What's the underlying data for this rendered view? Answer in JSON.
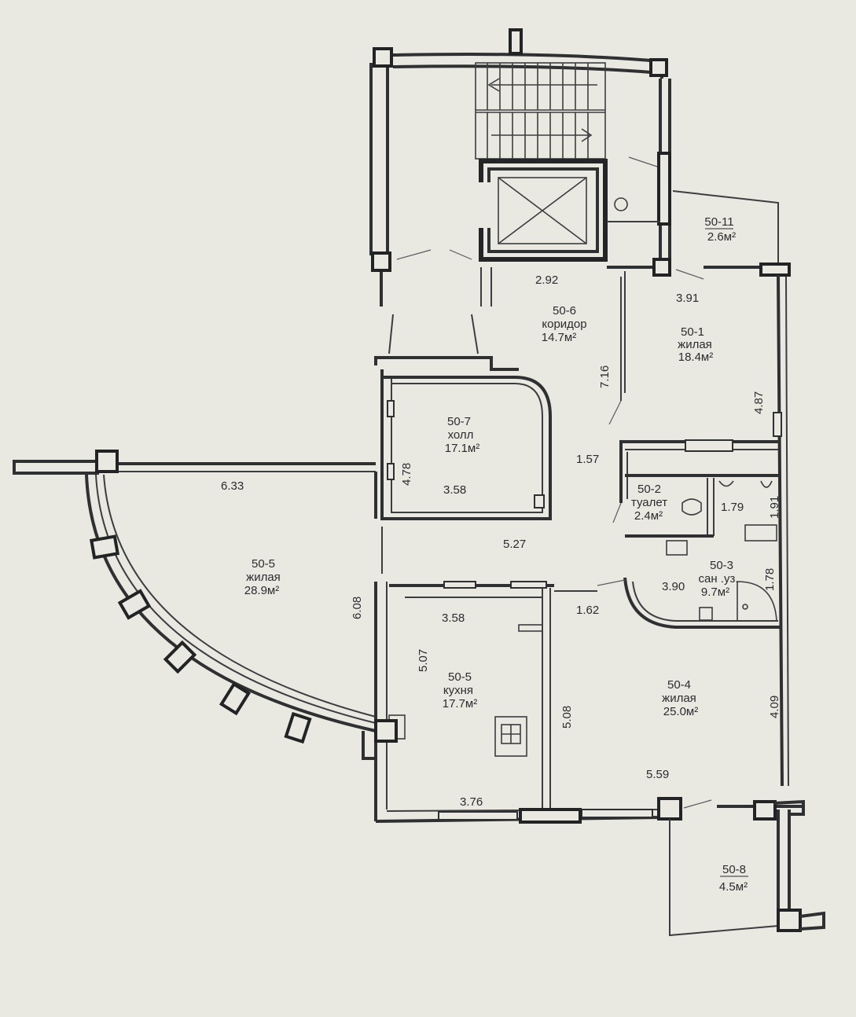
{
  "rooms": [
    {
      "code": "50-11",
      "type": "",
      "area": "2.6м²"
    },
    {
      "code": "50-6",
      "type": "коридор",
      "area": "14.7м²"
    },
    {
      "code": "50-1",
      "type": "жилая",
      "area": "18.4м²"
    },
    {
      "code": "50-7",
      "type": "холл",
      "area": "17.1м²"
    },
    {
      "code": "50-2",
      "type": "туалет",
      "area": "2.4м²"
    },
    {
      "code": "50-5",
      "type": "жилая",
      "area": "28.9м²"
    },
    {
      "code": "50-3",
      "type": "сан .уз.",
      "area": "9.7м²"
    },
    {
      "code": "50-5",
      "type": "кухня",
      "area": "17.7м²"
    },
    {
      "code": "50-4",
      "type": "жилая",
      "area": "25.0м²"
    },
    {
      "code": "50-8",
      "type": "",
      "area": "4.5м²"
    }
  ],
  "dimensions": [
    "2.92",
    "3.91",
    "7.16",
    "4.87",
    "1.57",
    "4.78",
    "3.58",
    "6.33",
    "1.79",
    "1.91",
    "5.27",
    "1.78",
    "3.90",
    "6.08",
    "3.58",
    "1.62",
    "5.07",
    "5.08",
    "4.09",
    "5.59",
    "3.76"
  ],
  "icons": [
    "staircase-icon",
    "elevator-shaft-icon",
    "toilet-icon",
    "sink-icon",
    "bathtub-icon",
    "shower-icon",
    "ventilation-shaft-icon",
    "column-icon"
  ],
  "colors": {
    "paper": "#e9e8e1",
    "ink": "#2f3032"
  }
}
